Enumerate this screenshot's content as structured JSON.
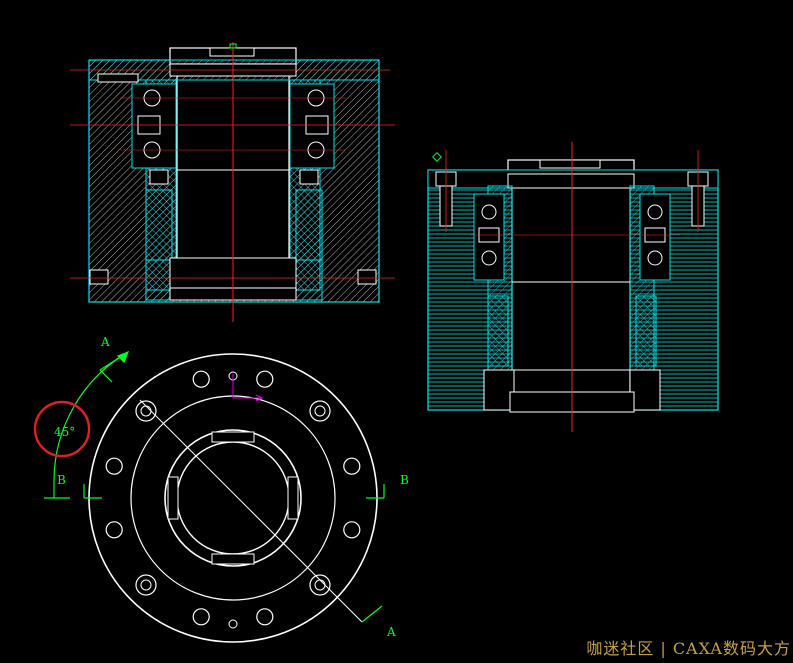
{
  "drawing": {
    "background": "#000000",
    "colors": {
      "outline": "#ffffff",
      "center_line": "#ff2020",
      "hatch_cyan": "#00e5ee",
      "dimension": "#00ff20",
      "annotation_circle": "#e02020",
      "coord_axis": "#e000e0"
    },
    "labels": {
      "section_a_top": "A",
      "section_a_bottom": "A",
      "section_b_left": "B",
      "section_b_right": "B",
      "angle": "45°"
    }
  },
  "watermark": {
    "left": "咖迷社区",
    "separator": "|",
    "right": "CAXA数码大方"
  }
}
